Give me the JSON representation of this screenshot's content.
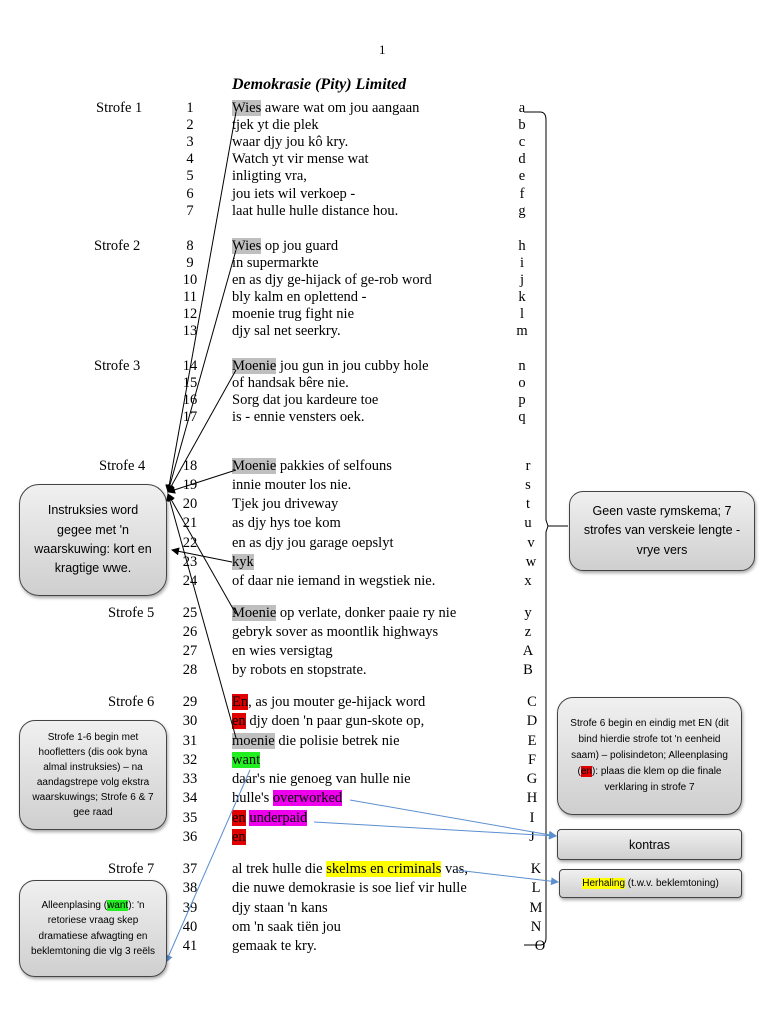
{
  "page_number": "1",
  "title": "Demokrasie (Pity) Limited",
  "strofes": [
    "Strofe 1",
    "Strofe 2",
    "Strofe 3",
    "Strofe 4",
    "Strofe 5",
    "Strofe 6",
    "Strofe 7"
  ],
  "lines": [
    {
      "n": "1",
      "segs": [
        {
          "t": "Wies",
          "h": "grey"
        },
        {
          "t": " aware wat om jou aangaan",
          "h": ""
        }
      ],
      "r": "a"
    },
    {
      "n": "2",
      "segs": [
        {
          "t": "tjek yt die plek",
          "h": ""
        }
      ],
      "r": "b"
    },
    {
      "n": "3",
      "segs": [
        {
          "t": "waar djy jou kô kry.",
          "h": ""
        }
      ],
      "r": "c"
    },
    {
      "n": "4",
      "segs": [
        {
          "t": "Watch yt vir mense wat",
          "h": ""
        }
      ],
      "r": "d"
    },
    {
      "n": "5",
      "segs": [
        {
          "t": "inligting vra,",
          "h": ""
        }
      ],
      "r": "e"
    },
    {
      "n": "6",
      "segs": [
        {
          "t": "jou iets wil verkoep -",
          "h": ""
        }
      ],
      "r": "f"
    },
    {
      "n": "7",
      "segs": [
        {
          "t": "laat hulle hulle distance hou.",
          "h": ""
        }
      ],
      "r": "g"
    },
    {
      "n": "8",
      "segs": [
        {
          "t": "Wies",
          "h": "grey"
        },
        {
          "t": " op jou guard",
          "h": ""
        }
      ],
      "r": "h"
    },
    {
      "n": "9",
      "segs": [
        {
          "t": "in supermarkte",
          "h": ""
        }
      ],
      "r": "i"
    },
    {
      "n": "10",
      "segs": [
        {
          "t": "en as djy ge-hijack of ge-rob word",
          "h": ""
        }
      ],
      "r": "j"
    },
    {
      "n": "11",
      "segs": [
        {
          "t": "bly kalm en oplettend -",
          "h": ""
        }
      ],
      "r": "k"
    },
    {
      "n": "12",
      "segs": [
        {
          "t": "moenie trug fight nie",
          "h": ""
        }
      ],
      "r": "l"
    },
    {
      "n": "13",
      "segs": [
        {
          "t": "djy sal net seerkry.",
          "h": ""
        }
      ],
      "r": "m"
    },
    {
      "n": "14",
      "segs": [
        {
          "t": "Moenie",
          "h": "grey"
        },
        {
          "t": " jou gun in jou cubby hole",
          "h": ""
        }
      ],
      "r": "n"
    },
    {
      "n": "15",
      "segs": [
        {
          "t": "of handsak bêre nie.",
          "h": ""
        }
      ],
      "r": "o"
    },
    {
      "n": "16",
      "segs": [
        {
          "t": "Sorg dat jou kardeure toe",
          "h": ""
        }
      ],
      "r": "p"
    },
    {
      "n": "17",
      "segs": [
        {
          "t": "is - ennie vensters oek.",
          "h": ""
        }
      ],
      "r": "q"
    },
    {
      "n": "18",
      "segs": [
        {
          "t": "Moenie",
          "h": "grey"
        },
        {
          "t": " pakkies of selfouns",
          "h": ""
        }
      ],
      "r": "r"
    },
    {
      "n": "19",
      "segs": [
        {
          "t": "innie mouter los nie.",
          "h": ""
        }
      ],
      "r": "s"
    },
    {
      "n": "20",
      "segs": [
        {
          "t": "Tjek jou driveway",
          "h": ""
        }
      ],
      "r": "t"
    },
    {
      "n": "21",
      "segs": [
        {
          "t": "as djy hys toe kom",
          "h": ""
        }
      ],
      "r": "u"
    },
    {
      "n": "22",
      "segs": [
        {
          "t": "en as djy jou garage oepslyt",
          "h": ""
        }
      ],
      "r": "v"
    },
    {
      "n": "23",
      "segs": [
        {
          "t": "kyk",
          "h": "grey"
        }
      ],
      "r": "w"
    },
    {
      "n": "24",
      "segs": [
        {
          "t": "of daar nie iemand in wegstiek nie.",
          "h": ""
        }
      ],
      "r": "x"
    },
    {
      "n": "25",
      "segs": [
        {
          "t": "Moenie",
          "h": "grey"
        },
        {
          "t": " op verlate, donker paaie ry nie",
          "h": ""
        }
      ],
      "r": "y"
    },
    {
      "n": "26",
      "segs": [
        {
          "t": "gebryk sover as moontlik highways",
          "h": ""
        }
      ],
      "r": "z"
    },
    {
      "n": "27",
      "segs": [
        {
          "t": "en wies versigtag",
          "h": ""
        }
      ],
      "r": "A"
    },
    {
      "n": "28",
      "segs": [
        {
          "t": "by robots en stopstrate.",
          "h": ""
        }
      ],
      "r": "B"
    },
    {
      "n": "29",
      "segs": [
        {
          "t": "En",
          "h": "red"
        },
        {
          "t": ", as jou mouter ge-hijack word",
          "h": ""
        }
      ],
      "r": "C"
    },
    {
      "n": "30",
      "segs": [
        {
          "t": "en",
          "h": "red"
        },
        {
          "t": " djy doen 'n paar gun-skote op,",
          "h": ""
        }
      ],
      "r": "D"
    },
    {
      "n": "31",
      "segs": [
        {
          "t": "moenie",
          "h": "grey"
        },
        {
          "t": " die polisie betrek nie",
          "h": ""
        }
      ],
      "r": "E"
    },
    {
      "n": "32",
      "segs": [
        {
          "t": "want",
          "h": "green"
        }
      ],
      "r": "F"
    },
    {
      "n": "33",
      "segs": [
        {
          "t": "daar's nie genoeg van hulle nie",
          "h": ""
        }
      ],
      "r": "G"
    },
    {
      "n": "34",
      "segs": [
        {
          "t": "hulle's ",
          "h": ""
        },
        {
          "t": "overworked",
          "h": "mag"
        }
      ],
      "r": "H"
    },
    {
      "n": "35",
      "segs": [
        {
          "t": "en",
          "h": "red"
        },
        {
          "t": " ",
          "h": ""
        },
        {
          "t": "underpaid",
          "h": "mag"
        }
      ],
      "r": "I"
    },
    {
      "n": "36",
      "segs": [
        {
          "t": "en",
          "h": "red"
        }
      ],
      "r": "J"
    },
    {
      "n": "37",
      "segs": [
        {
          "t": "al trek hulle die ",
          "h": ""
        },
        {
          "t": "skelms en criminals",
          "h": "yel"
        },
        {
          "t": " vas,",
          "h": ""
        }
      ],
      "r": "K"
    },
    {
      "n": "38",
      "segs": [
        {
          "t": "die nuwe demokrasie is soe lief vir hulle",
          "h": ""
        }
      ],
      "r": "L"
    },
    {
      "n": "39",
      "segs": [
        {
          "t": "djy staan 'n kans",
          "h": ""
        }
      ],
      "r": "M"
    },
    {
      "n": "40",
      "segs": [
        {
          "t": "om 'n saak tiën jou",
          "h": ""
        }
      ],
      "r": "N"
    },
    {
      "n": "41",
      "segs": [
        {
          "t": "gemaak te kry.",
          "h": ""
        }
      ],
      "r": "O"
    }
  ],
  "boxes": {
    "instruksies": "Instruksies word gegee met 'n waarskuwing: kort en kragtige wwe.",
    "rymskema": "Geen vaste rymskema; 7 strofes van verskeie lengte - vrye vers",
    "strofe16": "Strofe 1-6 begin met hoofletters (dis ook byna almal instruksies) – na aandagstrepe volg ekstra waarskuwings; Strofe 6 & 7 gee raad",
    "strofe6_pre": "Strofe 6 begin en eindig met EN (dit bind hierdie strofe tot 'n eenheid saam) – polisindeton; Alleenplasing (",
    "strofe6_hl": "en",
    "strofe6_post": "): plaas die klem op die finale verklaring in strofe 7",
    "kontras": "kontras",
    "herhaling_hl": "Herhaling",
    "herhaling_post": " (t.w.v. beklemtoning)",
    "alleen_pre": "Alleenplasing (",
    "alleen_hl": "want",
    "alleen_post": "): 'n retoriese vraag skep dramatiese afwagting en beklemtoning die vlg 3 reëls"
  },
  "colors": {
    "grey": "#bfbfbf",
    "red": "#e00000",
    "green": "#22ee22",
    "magenta": "#ee00ee",
    "yellow": "#ffff00",
    "arrow": "#5b8fd0"
  }
}
